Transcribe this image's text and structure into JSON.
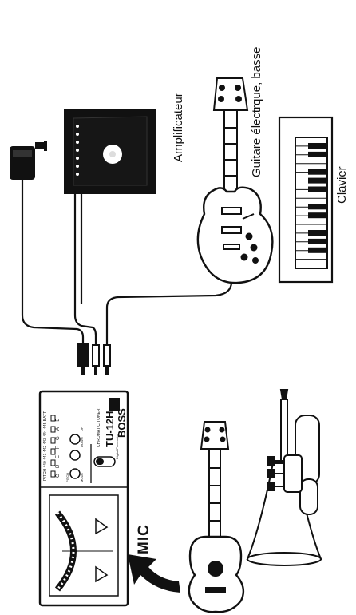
{
  "labels": {
    "amplifier": "Amplificateur",
    "guitar": "Guitare électrque, basse",
    "keyboard": "Clavier",
    "mic": "MIC"
  },
  "tuner": {
    "brand": "BOSS",
    "model": "TU-12H",
    "subtitle": "CHROMATIC TUNER",
    "sub2": "Digital Processing",
    "calib": "PITCH 440 441 442 443 444 445 BATT",
    "notes": "C D E F G A B",
    "down": "DOWN",
    "up": "UP",
    "pitch": "PITCH",
    "mode": "MODE"
  }
}
